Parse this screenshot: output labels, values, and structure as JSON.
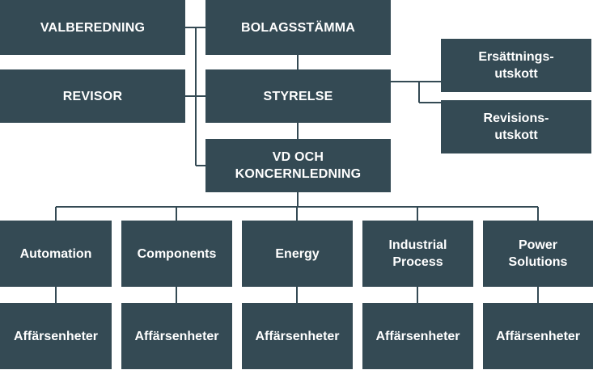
{
  "governance": {
    "valberedning": "VALBEREDNING",
    "bolagsstamma": "BOLAGSSTÄMMA",
    "revisor": "REVISOR",
    "styrelse": "STYRELSE",
    "ersattningsutskott": "Ersättnings-\nutskott",
    "revisionsutskott": "Revisions-\nutskott",
    "vd": "VD OCH\nKONCERNLEDNING"
  },
  "divisions": [
    {
      "name": "Automation",
      "unit": "Affärsenheter"
    },
    {
      "name": "Components",
      "unit": "Affärsenheter"
    },
    {
      "name": "Energy",
      "unit": "Affärsenheter"
    },
    {
      "name": "Industrial\nProcess",
      "unit": "Affärsenheter"
    },
    {
      "name": "Power\nSolutions",
      "unit": "Affärsenheter"
    }
  ],
  "colors": {
    "box": "#344a54",
    "text": "#ffffff",
    "connector": "#344a54",
    "background": "#ffffff"
  }
}
